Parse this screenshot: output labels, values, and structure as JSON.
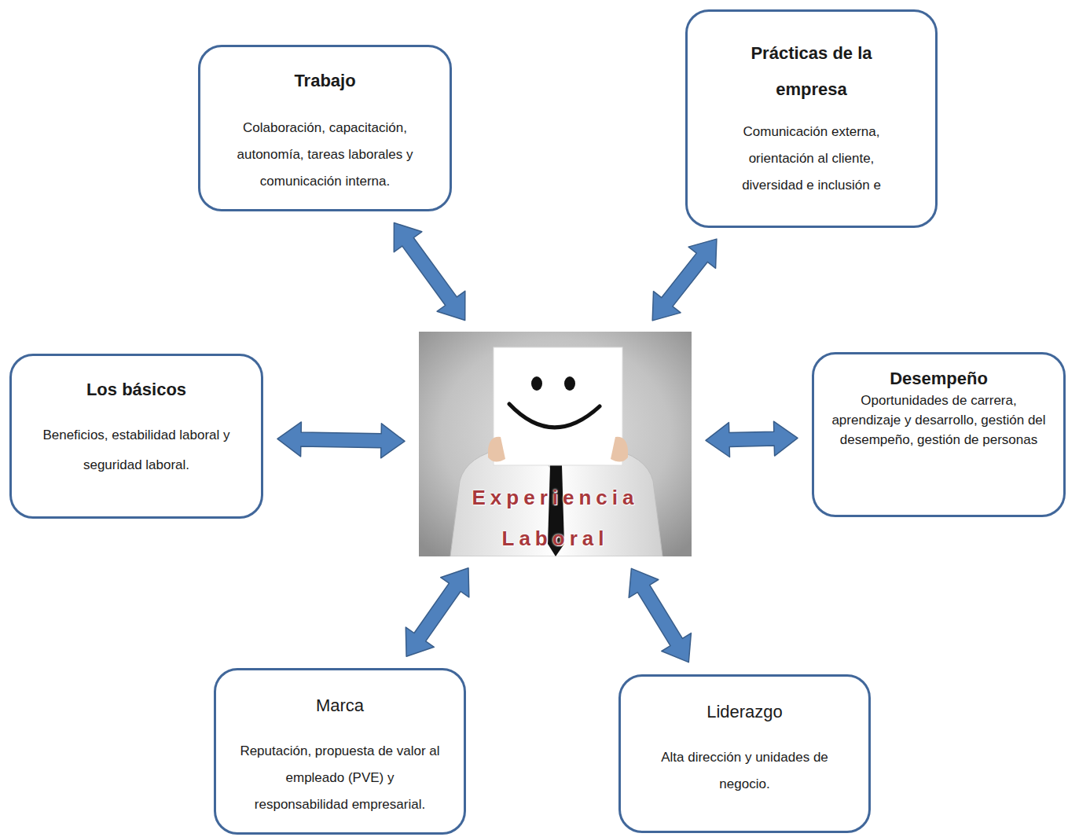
{
  "diagram": {
    "nodes": [
      {
        "text": [
          "Trabajo",
          "Colaboración, capacitación, autonomía, tareas laborales y comunicación interna."
        ]
      },
      {
        "text": [
          "Prácticas de la empresa",
          "Comunicación externa, orientación al cliente, diversidad e inclusión e"
        ]
      },
      {
        "text": [
          "Los básicos",
          "Beneficios, estabilidad laboral y seguridad laboral."
        ]
      },
      {
        "text": [
          "Experiencia Laboral"
        ]
      },
      {
        "text": [
          "Desempeño",
          "Oportunidades de carrera, aprendizaje y desarrollo, gestión del desempeño, gestión de personas"
        ]
      },
      {
        "text": [
          "Marca",
          "Reputación, propuesta de valor al empleado (PVE) y responsabilidad empresarial."
        ]
      },
      {
        "text": [
          "Liderazgo",
          "Alta dirección y unidades de negocio."
        ]
      }
    ],
    "edges": [
      {
        "from": 0,
        "to": 3,
        "arrow": "both"
      },
      {
        "from": 1,
        "to": 3,
        "arrow": "both"
      },
      {
        "from": 2,
        "to": 3,
        "arrow": "both"
      },
      {
        "from": 4,
        "to": 3,
        "arrow": "both"
      },
      {
        "from": 5,
        "to": 3,
        "arrow": "both"
      },
      {
        "from": 6,
        "to": 3,
        "arrow": "both"
      }
    ]
  }
}
